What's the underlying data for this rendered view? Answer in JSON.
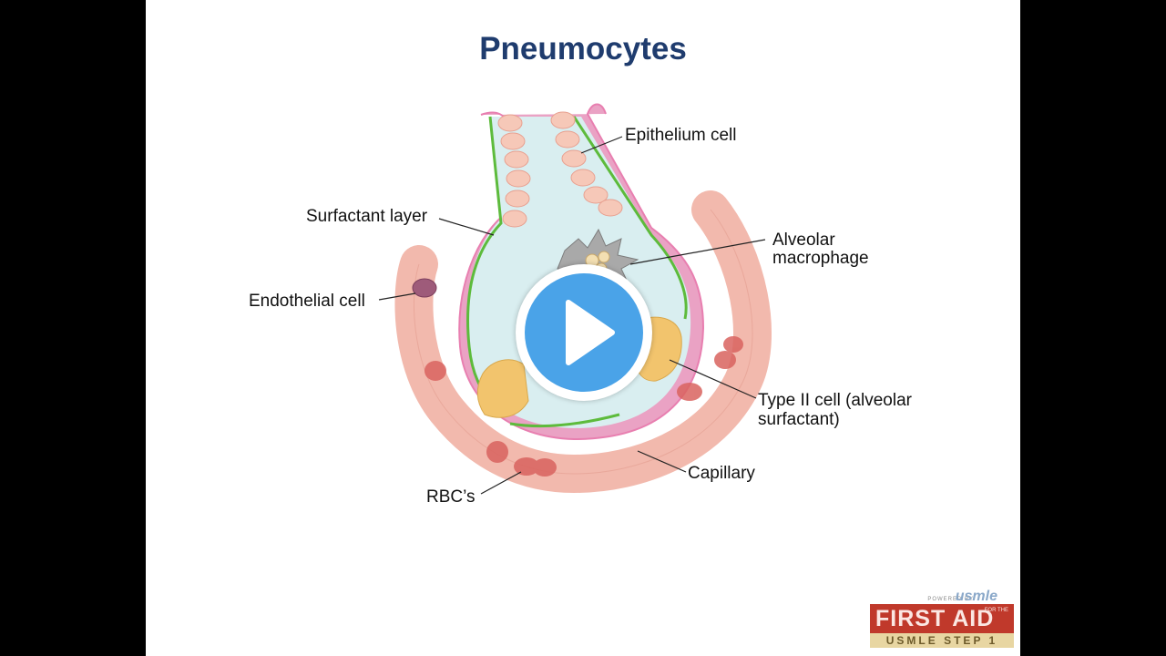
{
  "slide": {
    "title": "Pneumocytes"
  },
  "labels": {
    "epithelium_cell": "Epithelium cell",
    "surfactant_layer": "Surfactant layer",
    "alveolar_macrophage_line1": "Alveolar",
    "alveolar_macrophage_line2": "macrophage",
    "endothelial_cell": "Endothelial cell",
    "type2_line1": "Type II cell (alveolar",
    "type2_line2": "surfactant)",
    "capillary": "Capillary",
    "rbcs": "RBC’s"
  },
  "logo": {
    "powered_by": "POWERED BY",
    "usmle": "usmle",
    "first_aid": "FIRST AID",
    "for_the": "FOR THE",
    "usmle_step": "USMLE STEP 1"
  },
  "player": {
    "play_icon": "play-icon"
  },
  "colors": {
    "title": "#1f3c6e",
    "background": "#000000",
    "slide": "#ffffff",
    "capillary": "#f2b9ad",
    "alveolus_fill": "#d9eef0",
    "basement": "#e87fb0",
    "surfactant_line": "#5dbb3c",
    "rbc": "#d9635f",
    "type2_cell": "#f2c46d",
    "play_button": "#4aa3e8"
  }
}
